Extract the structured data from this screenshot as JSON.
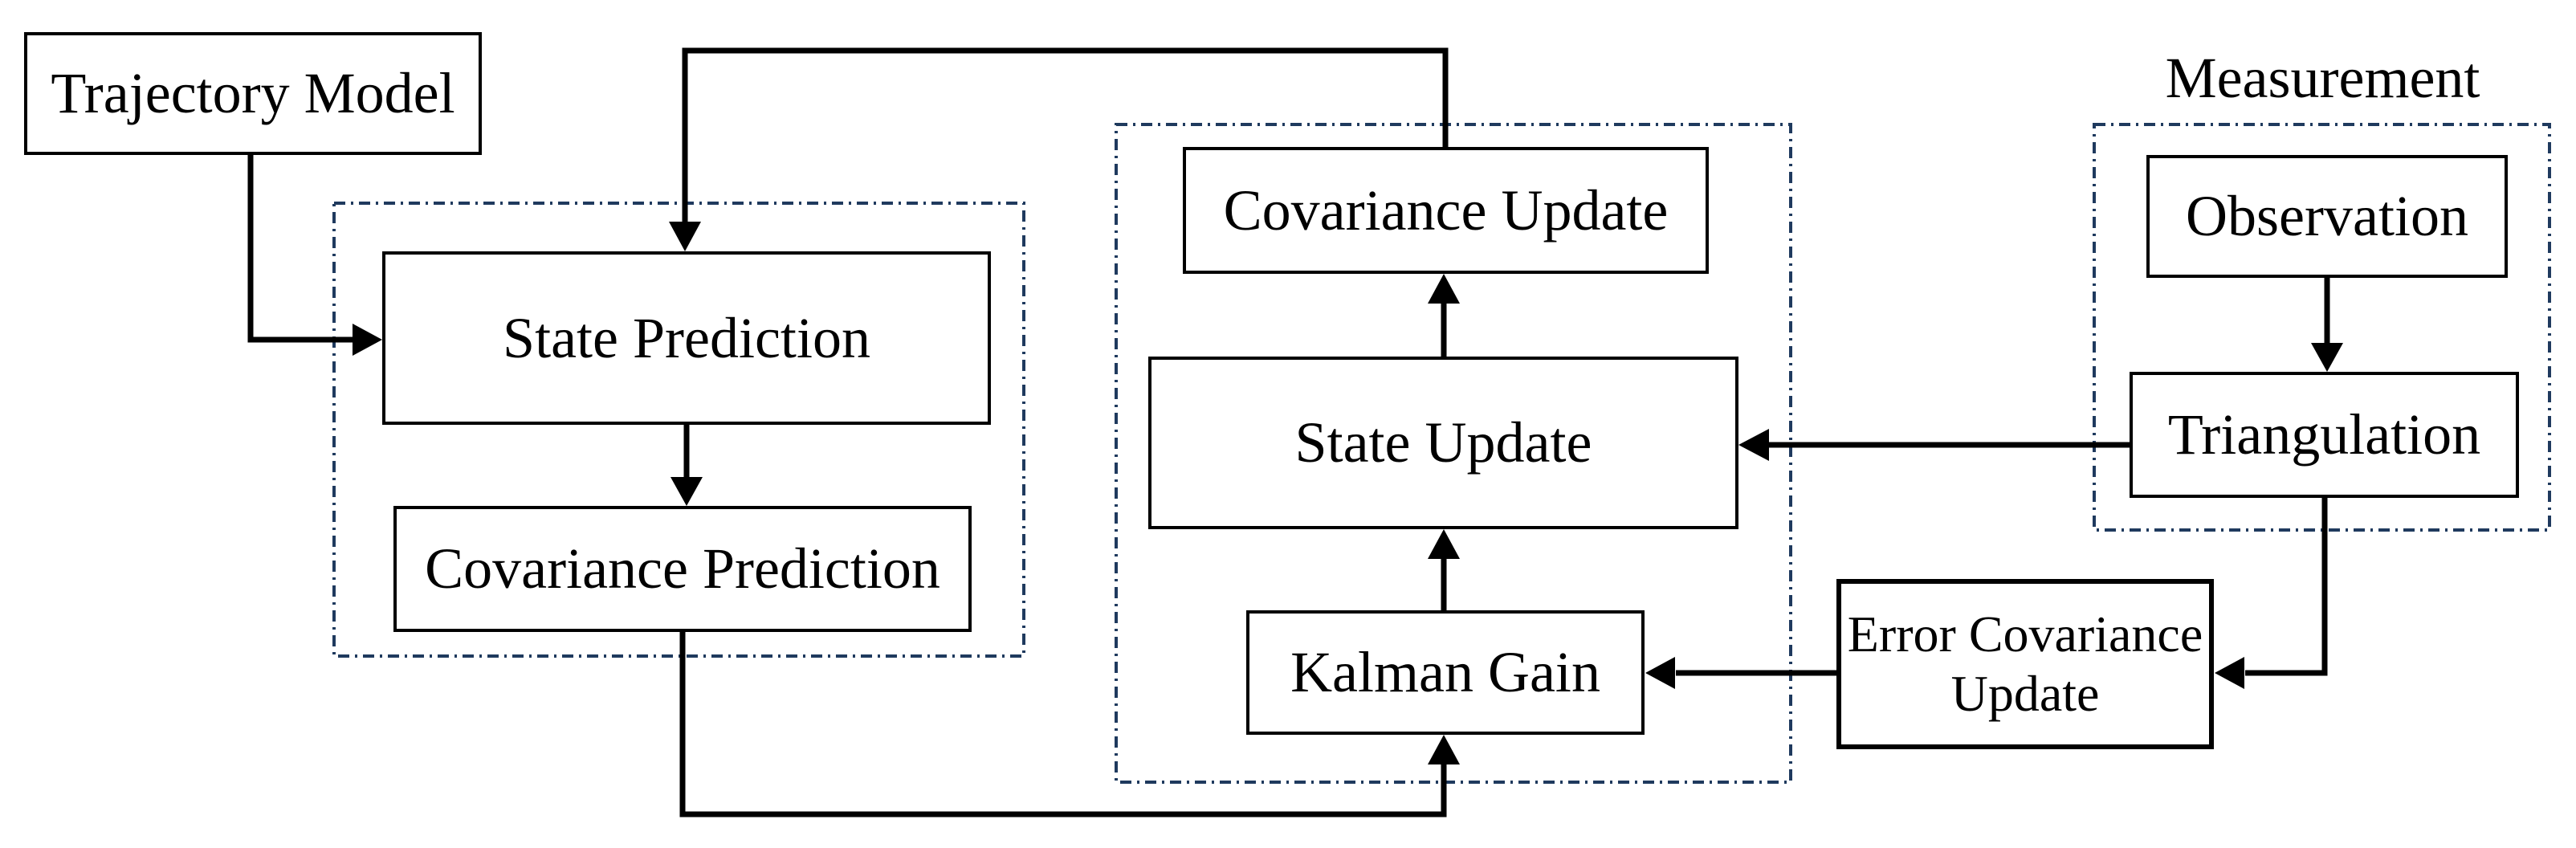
{
  "colors": {
    "background": "#ffffff",
    "line_color": "#000000",
    "group_border_color": "#1f3a5e",
    "node_border_color": "#000000",
    "node_background": "#ffffff",
    "text_color": "#000000"
  },
  "nodes": {
    "trajectory_model": {
      "label": "Trajectory Model"
    },
    "state_prediction": {
      "label": "State Prediction"
    },
    "covariance_prediction": {
      "label": "Covariance Prediction"
    },
    "covariance_update": {
      "label": "Covariance Update"
    },
    "state_update": {
      "label": "State Update"
    },
    "kalman_gain": {
      "label": "Kalman Gain"
    },
    "error_covariance_update": {
      "label": "Error Covariance Update"
    },
    "observation": {
      "label": "Observation"
    },
    "triangulation": {
      "label": "Triangulation"
    }
  },
  "group_labels": {
    "measurement": "Measurement"
  },
  "edges": [
    {
      "from": "Trajectory Model",
      "to": "State Prediction"
    },
    {
      "from": "Covariance Update",
      "to": "State Prediction"
    },
    {
      "from": "State Prediction",
      "to": "Covariance Prediction"
    },
    {
      "from": "Covariance Prediction",
      "to": "Kalman Gain"
    },
    {
      "from": "Kalman Gain",
      "to": "State Update"
    },
    {
      "from": "State Update",
      "to": "Covariance Update"
    },
    {
      "from": "Observation",
      "to": "Triangulation"
    },
    {
      "from": "Triangulation",
      "to": "State Update"
    },
    {
      "from": "Triangulation",
      "to": "Error Covariance Update"
    },
    {
      "from": "Error Covariance Update",
      "to": "Kalman Gain"
    }
  ]
}
